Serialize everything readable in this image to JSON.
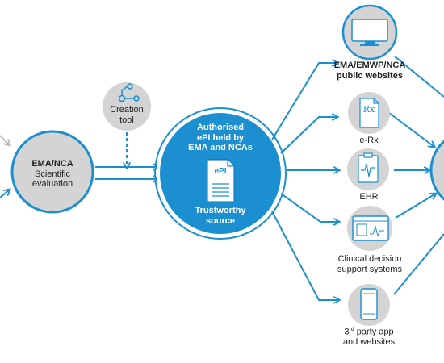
{
  "creation_tool": {
    "label_line1": "Creation",
    "label_line2": "tool"
  },
  "evaluation": {
    "title": "EMA/NCA",
    "line1": "Scientific",
    "line2": "evaluation"
  },
  "central": {
    "line1": "Authorised",
    "line2": "ePI held by",
    "line3": "EMA and NCAs",
    "doc_label": "ePI",
    "bottom_line1": "Trustworthy",
    "bottom_line2": "source"
  },
  "outputs": {
    "websites": {
      "line1": "EMA/EMWP/NCA",
      "line2": "public websites"
    },
    "erx": {
      "label": "e-Rx",
      "icon_text": "Rx"
    },
    "ehr": {
      "label": "EHR"
    },
    "cds": {
      "line1": "Clinical decision",
      "line2": "support systems"
    },
    "third_party": {
      "line1_main": "3",
      "line1_sup": "rd",
      "line1_rest": " party app",
      "line2": "and websites"
    }
  },
  "colors": {
    "primary": "#1c8fd1",
    "dark_blue": "#0d6aa9",
    "grey": "#d4d4d4",
    "arrow_grey": "#bdbdbd"
  }
}
